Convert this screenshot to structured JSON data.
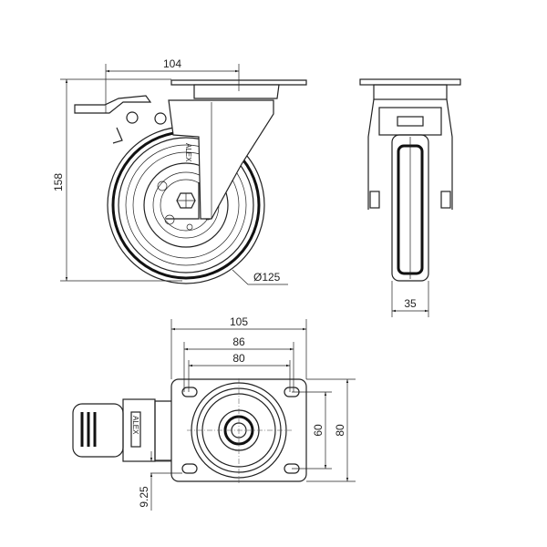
{
  "brand": "ALEX",
  "side_view": {
    "height": "158",
    "offset": "104",
    "diameter": "Ø125"
  },
  "front_view": {
    "width": "35"
  },
  "bottom_view": {
    "plate_width": "105",
    "hole_span_outer": "86",
    "hole_span_inner": "80",
    "hole_span_vertical": "60",
    "plate_height": "80",
    "offset": "9.25"
  }
}
